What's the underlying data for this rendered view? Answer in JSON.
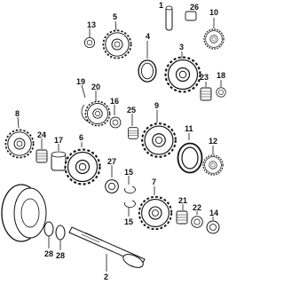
{
  "labels": {
    "l1": "1",
    "l2": "2",
    "l3": "3",
    "l4": "4",
    "l5": "5",
    "l6": "6",
    "l7": "7",
    "l8": "8",
    "l9": "9",
    "l10": "10",
    "l11": "11",
    "l12": "12",
    "l13": "13",
    "l14": "14",
    "l15a": "15",
    "l15b": "15",
    "l16": "16",
    "l17": "17",
    "l18": "18",
    "l19": "19",
    "l20": "20",
    "l21": "21",
    "l22": "22",
    "l23": "23",
    "l24": "24",
    "l25": "25",
    "l26": "26",
    "l27": "27",
    "l28a": "28",
    "l28b": "28"
  }
}
